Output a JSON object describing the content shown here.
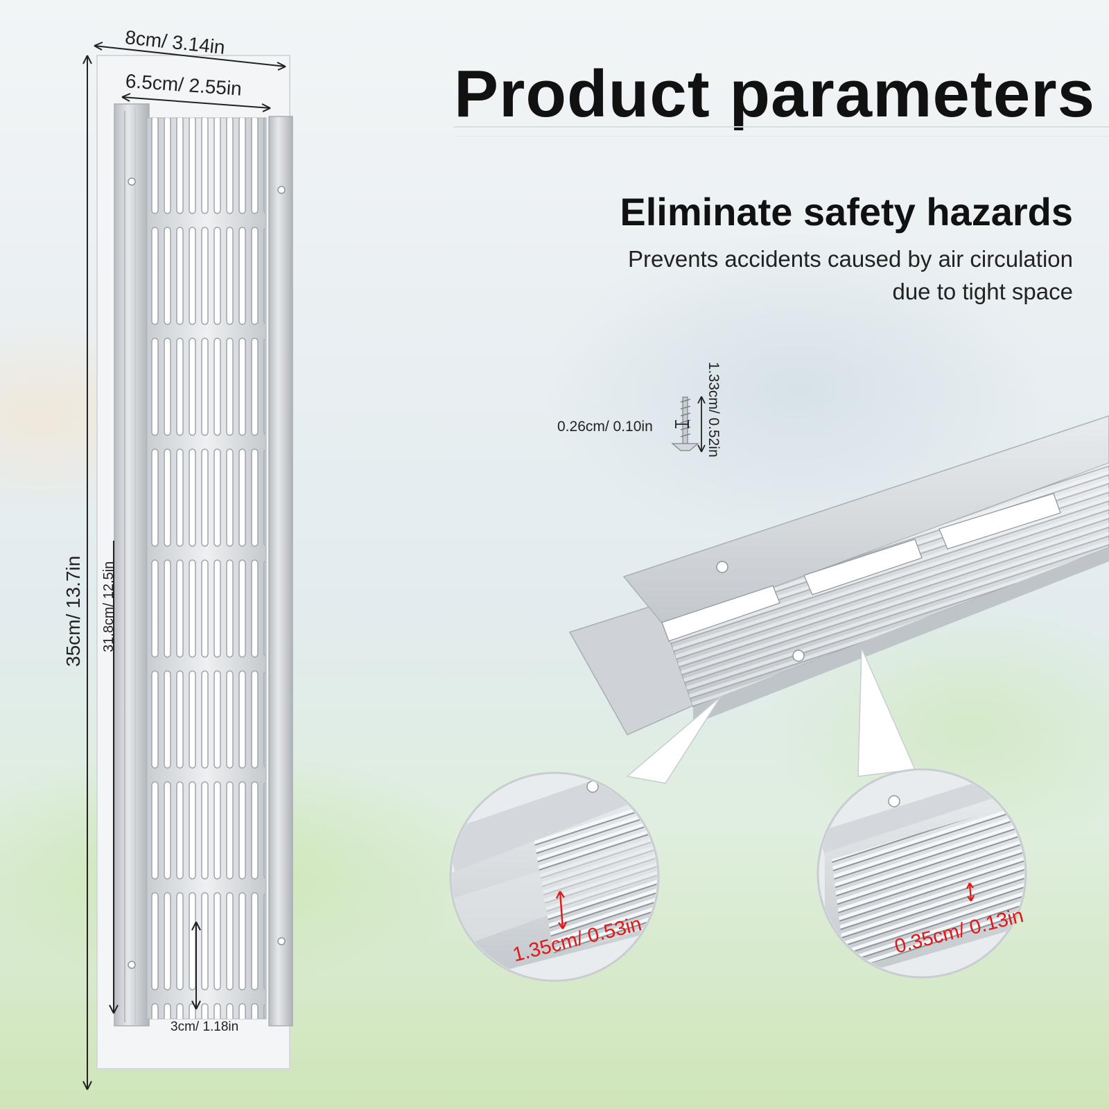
{
  "heading": "Product parameters",
  "feature": {
    "title": "Eliminate safety hazards",
    "line1": "Prevents accidents caused by air circulation",
    "line2": "due to tight space"
  },
  "dimensions": {
    "outer_width": "8cm/ 3.14in",
    "inner_width": "6.5cm/ 2.55in",
    "total_length": "35cm/ 13.7in",
    "vent_length": "31.8cm/ 12.5in",
    "slot_length": "3cm/ 1.18in",
    "screw_diameter": "0.26cm/ 0.10in",
    "screw_length": "1.33cm/ 0.52in",
    "flange_height": "1.35cm/ 0.53in",
    "slot_width": "0.35cm/ 0.13in"
  },
  "colors": {
    "dimension_accent": "#e01818",
    "metal": "#d9dcdf"
  }
}
